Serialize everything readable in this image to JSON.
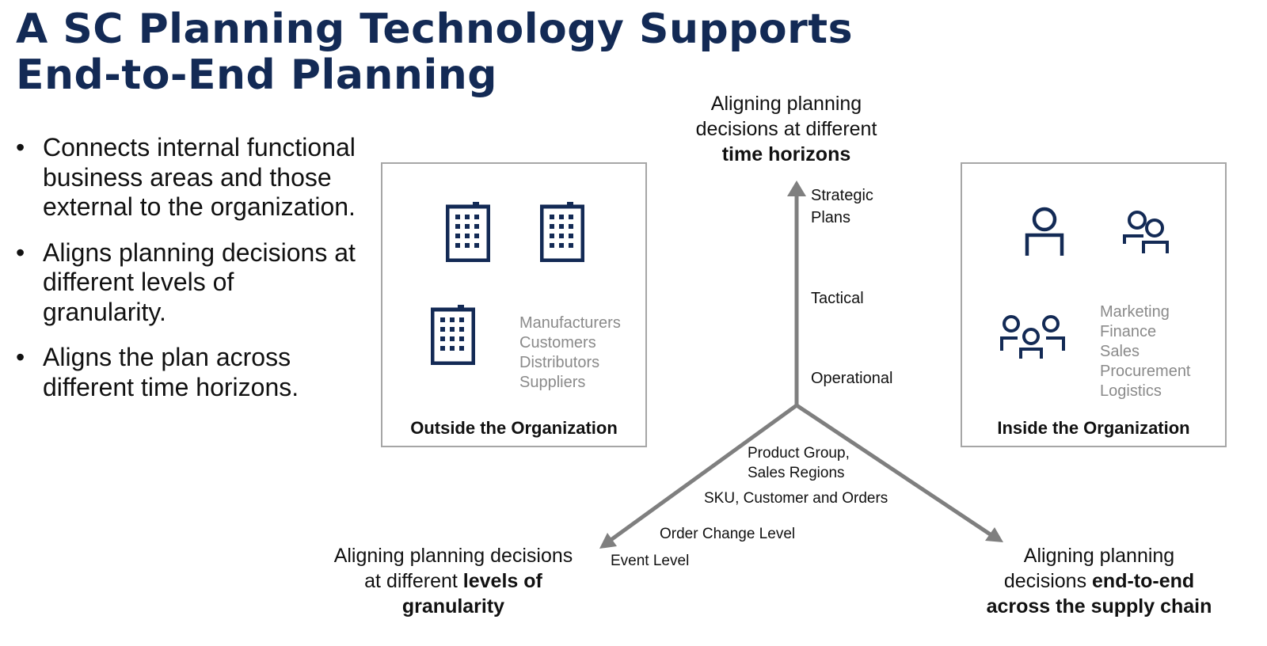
{
  "slide": {
    "title_line1": "A SC Planning Technology Supports",
    "title_line2": "End-to-End Planning",
    "bullets": [
      "Connects internal functional business areas and those external to the organization.",
      "Aligns planning decisions at different levels of granularity.",
      "Aligns the plan across different time horizons."
    ]
  },
  "outside_box": {
    "label": "Outside the Organization",
    "entities": [
      "Manufacturers",
      "Customers",
      "Distributors",
      "Suppliers"
    ],
    "icons": [
      "building-icon",
      "building-icon",
      "building-icon"
    ]
  },
  "inside_box": {
    "label": "Inside the Organization",
    "entities": [
      "Marketing",
      "Finance",
      "Sales",
      "Procurement",
      "Logistics"
    ],
    "icons": [
      "person-icon",
      "two-people-icon",
      "group-icon"
    ]
  },
  "time_axis": {
    "title_pre_line1": "Aligning planning",
    "title_pre_line2": "decisions at different",
    "title_bold": "time horizons",
    "levels": [
      "Strategic",
      "Plans",
      "Tactical",
      "Operational"
    ]
  },
  "granularity_axis": {
    "title_pre": "Aligning planning decisions",
    "title_pre2": "at different ",
    "title_bold1": "levels of",
    "title_bold2": "granularity",
    "levels": [
      "Product Group,",
      "Sales Regions",
      "SKU, Customer and Orders",
      "Order Change Level",
      "Event Level"
    ]
  },
  "supply_chain_axis": {
    "title_pre_line1": "Aligning planning",
    "title_pre_line2": "decisions ",
    "title_bold1": "end-to-end",
    "title_bold2": "across the supply chain"
  },
  "colors": {
    "title": "#132a55",
    "icon": "#132a55",
    "axis": "#7f7f7f",
    "box_border": "#a6a6a6",
    "entity_text": "#8a8a8a"
  }
}
